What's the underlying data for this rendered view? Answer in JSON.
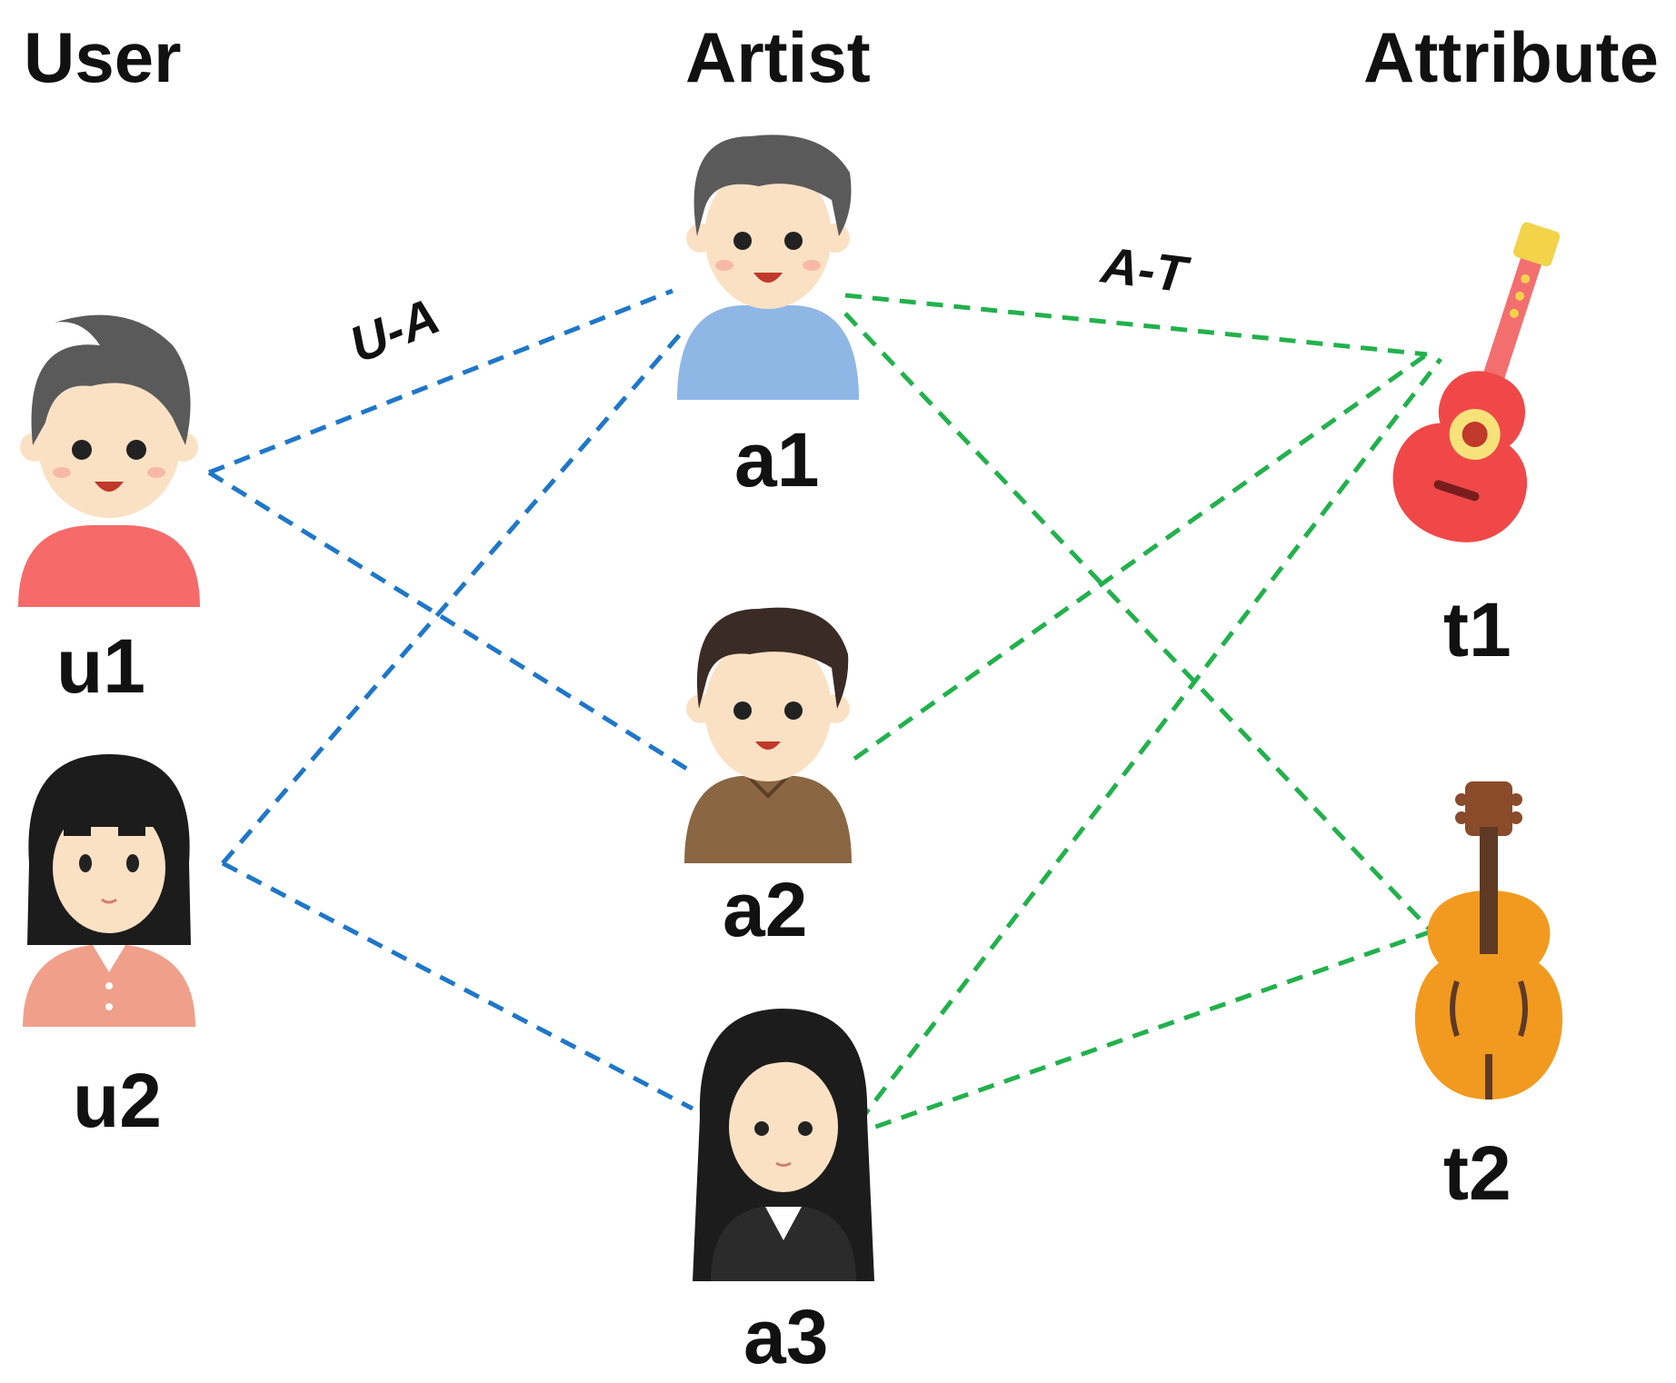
{
  "columns": {
    "user": "User",
    "artist": "Artist",
    "attribute": "Attribute"
  },
  "edge_types": {
    "ua": {
      "label": "U-A",
      "color": "#1f77c8"
    },
    "at": {
      "label": "A-T",
      "color": "#22b14c"
    }
  },
  "nodes": {
    "u1": "u1",
    "u2": "u2",
    "a1": "a1",
    "a2": "a2",
    "a3": "a3",
    "t1": "t1",
    "t2": "t2"
  },
  "edges": [
    {
      "from": "u1",
      "to": "a1",
      "type": "ua"
    },
    {
      "from": "u1",
      "to": "a2",
      "type": "ua"
    },
    {
      "from": "u2",
      "to": "a1",
      "type": "ua"
    },
    {
      "from": "u2",
      "to": "a3",
      "type": "ua"
    },
    {
      "from": "a1",
      "to": "t1",
      "type": "at"
    },
    {
      "from": "a1",
      "to": "t2",
      "type": "at"
    },
    {
      "from": "a2",
      "to": "t1",
      "type": "at"
    },
    {
      "from": "a3",
      "to": "t1",
      "type": "at"
    },
    {
      "from": "a3",
      "to": "t2",
      "type": "at"
    }
  ],
  "colors": {
    "u1_shirt": "#f76a6a",
    "u2_shirt": "#f0a08a",
    "a1_shirt": "#8fb7e6",
    "a2_shirt": "#8a6642",
    "a3_shirt": "#2b2b2b",
    "skin": "#fbe1c4",
    "hair_gray": "#5a5a5a",
    "hair_dark": "#3a2b26",
    "hair_black": "#1c1c1c",
    "guitar": "#f04848",
    "violin": "#f29a1f"
  }
}
